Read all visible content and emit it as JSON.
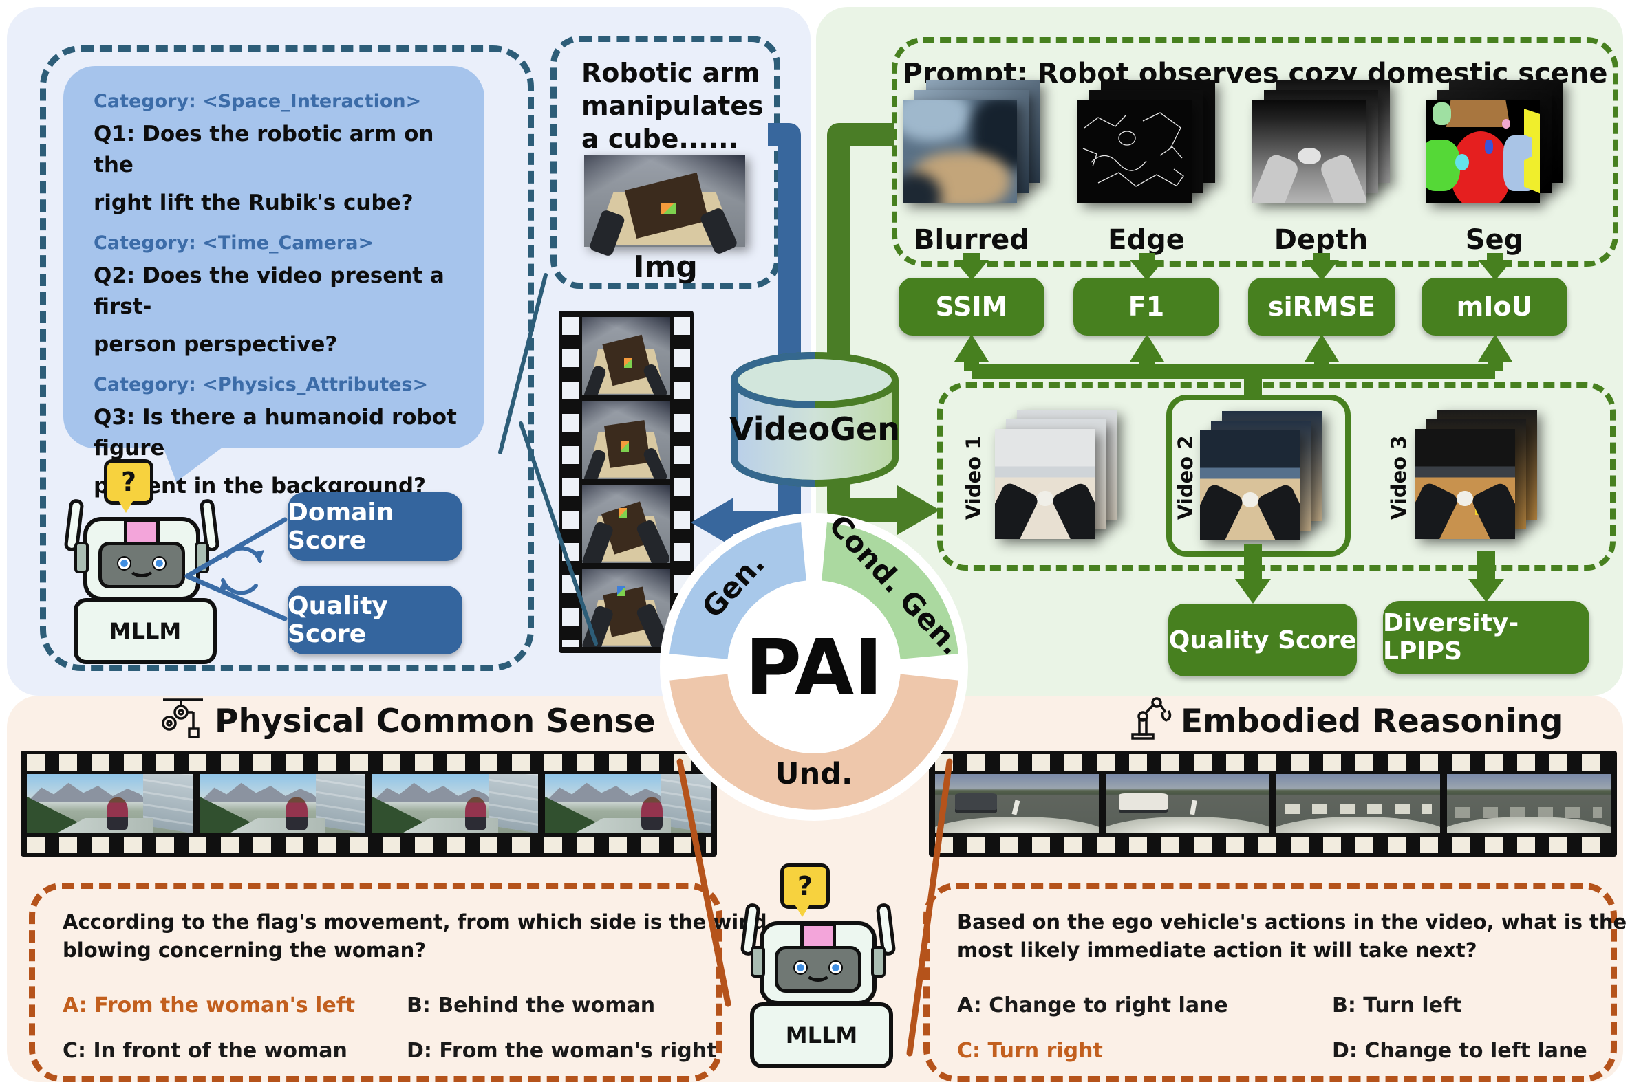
{
  "hub": {
    "title": "PAI",
    "gen_label": "Gen.",
    "cond_label": "Cond. Gen.",
    "und_label": "Und.",
    "videogen": "VideoGen"
  },
  "gen": {
    "qa": [
      {
        "category": "Category: <Space_Interaction>",
        "line1": "Q1: Does the robotic arm on the",
        "line2": "right lift the Rubik's cube?"
      },
      {
        "category": "Category: <Time_Camera>",
        "line1": "Q2: Does the video present a first-",
        "line2": "person perspective?"
      },
      {
        "category": "Category: <Physics_Attributes>",
        "line1": "Q3: Is there a humanoid robot figure",
        "line2": "present in the background?"
      }
    ],
    "img_caption": {
      "line1": "Robotic arm",
      "line2": "manipulates",
      "line3": "a cube......"
    },
    "img_label": "Img",
    "mllm": "MLLM",
    "bubble": "?",
    "domain_score": "Domain Score",
    "quality_score": "Quality Score"
  },
  "cond": {
    "prompt": "Prompt: Robot observes cozy domestic scene",
    "modalities": [
      "Blurred",
      "Edge",
      "Depth",
      "Seg"
    ],
    "metrics": [
      "SSIM",
      "F1",
      "siRMSE",
      "mIoU"
    ],
    "videos": [
      "Video 1",
      "Video 2",
      "Video 3"
    ],
    "quality_score": "Quality Score",
    "diversity": "Diversity-LPIPS"
  },
  "und": {
    "left": {
      "heading": "Physical Common Sense",
      "q1": "According to the flag's movement, from which side is the wind",
      "q2": "blowing concerning the woman?",
      "optA": "A: From the woman's left",
      "optB": "B: Behind the woman",
      "optC": "C: In front of the woman",
      "optD": "D: From the woman's right",
      "answer": "A"
    },
    "right": {
      "heading": "Embodied Reasoning",
      "q1": "Based on the ego vehicle's actions in the video, what is the",
      "q2": "most likely immediate action it will take next?",
      "optA": "A: Change to right lane",
      "optB": "B: Turn left",
      "optC": "C: Turn right",
      "optD": "D: Change to left lane",
      "answer": "C"
    },
    "mllm": "MLLM",
    "bubble": "?"
  },
  "colors": {
    "gen_bg": "#eaeffa",
    "cond_bg": "#eaf4e6",
    "und_bg": "#fbf0e7",
    "gen_accent": "#34659e",
    "gen_dash": "#2d5d78",
    "cond_accent": "#47801f",
    "und_accent": "#b5531b",
    "und_answer": "#c25f1e",
    "bubble_blue": "#a6c4ec",
    "donut_blue": "#a8c8ea",
    "donut_green": "#abd9a0",
    "donut_orange": "#eec7ab"
  }
}
